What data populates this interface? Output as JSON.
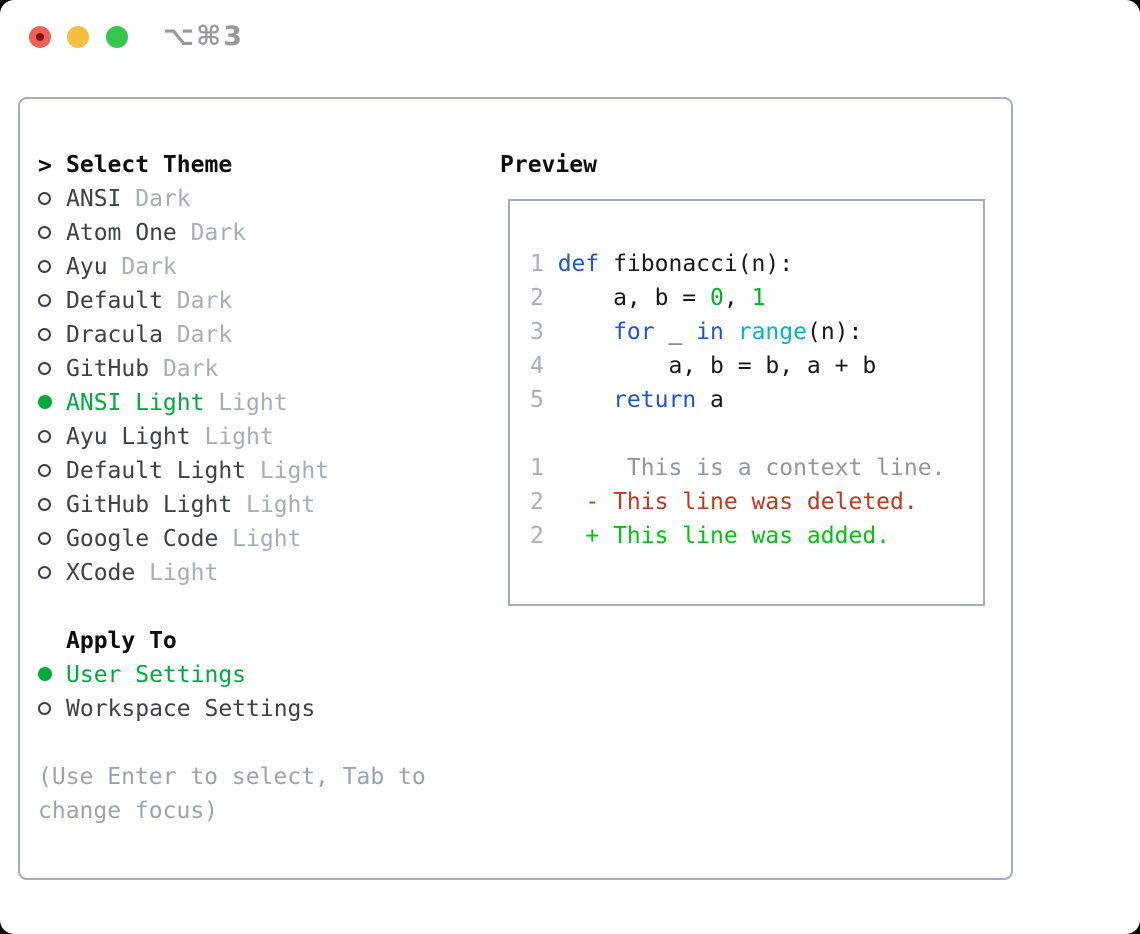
{
  "palette": {
    "trafficRed": "#ee6156",
    "trafficRedDot": "#7d150d",
    "trafficYellow": "#f7bd3e",
    "trafficGreen": "#35c64b",
    "titleGray": "#98989d",
    "borderGray": "#a5adb8",
    "headerText": "#0c0d0e",
    "itemText": "#3c4249",
    "mutedGray": "#a4aebb",
    "hintGray": "#9aa4b1",
    "selGreen": "#00ab3d",
    "gutterGray": "#a6b0bd",
    "codeFg": "#16181b",
    "kwBlue": "#1e55d5",
    "builtinCyan": "#00b5ce",
    "numGreen": "#00b326",
    "ctxGray": "#8e98a3",
    "delRed": "#c4361d",
    "addGreen": "#00c314"
  },
  "window": {
    "shortcut_label": "⌥⌘3"
  },
  "theme_panel": {
    "header_prefix": ">",
    "header": "Select Theme",
    "themes": [
      {
        "name": "ANSI",
        "variant": "Dark",
        "selected": false
      },
      {
        "name": "Atom One",
        "variant": "Dark",
        "selected": false
      },
      {
        "name": "Ayu",
        "variant": "Dark",
        "selected": false
      },
      {
        "name": "Default",
        "variant": "Dark",
        "selected": false
      },
      {
        "name": "Dracula",
        "variant": "Dark",
        "selected": false
      },
      {
        "name": "GitHub",
        "variant": "Dark",
        "selected": false
      },
      {
        "name": "ANSI Light",
        "variant": "Light",
        "selected": true
      },
      {
        "name": "Ayu Light",
        "variant": "Light",
        "selected": false
      },
      {
        "name": "Default Light",
        "variant": "Light",
        "selected": false
      },
      {
        "name": "GitHub Light",
        "variant": "Light",
        "selected": false
      },
      {
        "name": "Google Code",
        "variant": "Light",
        "selected": false
      },
      {
        "name": "XCode",
        "variant": "Light",
        "selected": false
      }
    ],
    "apply_header": "Apply To",
    "apply_options": [
      {
        "label": "User Settings",
        "selected": true
      },
      {
        "label": "Workspace Settings",
        "selected": false
      }
    ],
    "hint_line1": "(Use Enter to select, Tab to",
    "hint_line2": "change focus)"
  },
  "preview": {
    "header": "Preview",
    "code_lines": [
      {
        "num": "1",
        "segments": [
          {
            "t": "def",
            "c": "kw"
          },
          {
            "t": " fibonacci(n):",
            "c": "fg"
          }
        ]
      },
      {
        "num": "2",
        "segments": [
          {
            "t": "    a, b = ",
            "c": "fg"
          },
          {
            "t": "0",
            "c": "num"
          },
          {
            "t": ", ",
            "c": "fg"
          },
          {
            "t": "1",
            "c": "num"
          }
        ]
      },
      {
        "num": "3",
        "segments": [
          {
            "t": "    ",
            "c": "fg"
          },
          {
            "t": "for",
            "c": "kw"
          },
          {
            "t": " _ ",
            "c": "fg"
          },
          {
            "t": "in",
            "c": "kw"
          },
          {
            "t": " ",
            "c": "fg"
          },
          {
            "t": "range",
            "c": "builtin"
          },
          {
            "t": "(n):",
            "c": "fg"
          }
        ]
      },
      {
        "num": "4",
        "segments": [
          {
            "t": "        a, b = b, a + b",
            "c": "fg"
          }
        ]
      },
      {
        "num": "5",
        "segments": [
          {
            "t": "    ",
            "c": "fg"
          },
          {
            "t": "return",
            "c": "kw"
          },
          {
            "t": " a",
            "c": "fg"
          }
        ]
      },
      {
        "num": "",
        "segments": []
      },
      {
        "num": "1",
        "segments": [
          {
            "t": "     This is a context line.",
            "c": "ctx"
          }
        ]
      },
      {
        "num": "2",
        "segments": [
          {
            "t": "  - This line was deleted.",
            "c": "del"
          }
        ]
      },
      {
        "num": "2",
        "segments": [
          {
            "t": "  + This line was added.",
            "c": "add"
          }
        ]
      }
    ]
  }
}
